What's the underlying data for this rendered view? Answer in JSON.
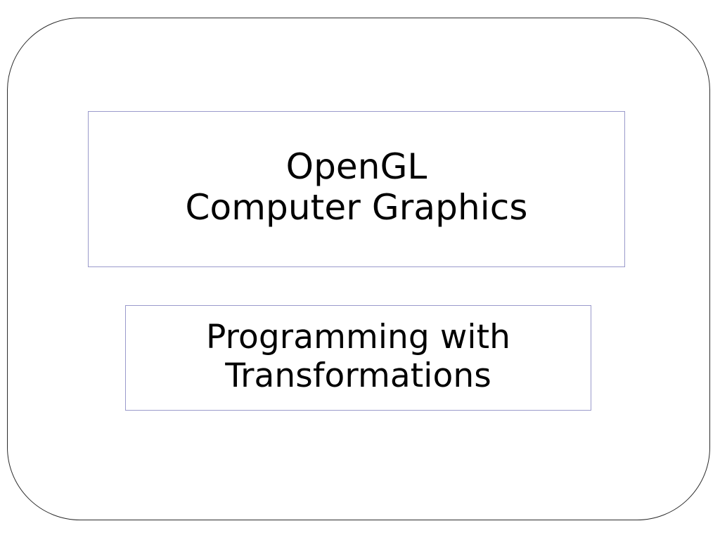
{
  "slide": {
    "name": "opengl-computer-graphics-title-slide",
    "background_color": "#ffffff",
    "frame": {
      "border_color": "#2b2b2b",
      "shape": "rounded-rectangle"
    },
    "accent_color": "#3732c8",
    "box_border_color": "#9a9acb",
    "text_color": "#000000"
  },
  "title_box": {
    "line1": "OpenGL",
    "line2": "Computer Graphics",
    "text": "OpenGL\nComputer Graphics"
  },
  "subtitle_box": {
    "line1": "Programming with",
    "line2": "Transformations",
    "text": "Programming with\nTransformations"
  }
}
